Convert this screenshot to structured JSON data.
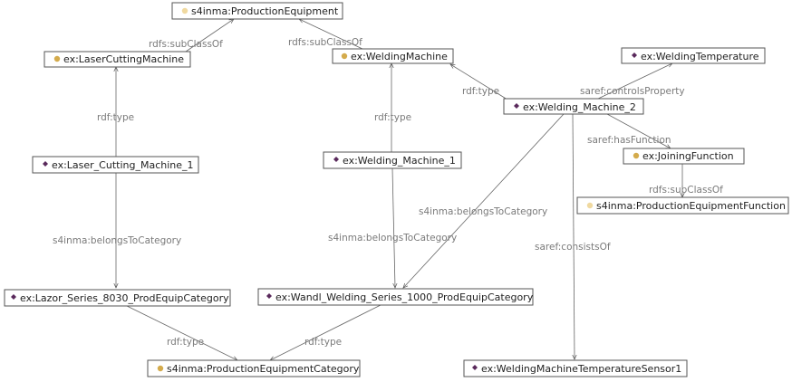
{
  "colors": {
    "class_icon": "#d4ab4c",
    "class_icon_light": "#f0d9a0",
    "individual_icon": "#5a2a5c",
    "edge": "#666666",
    "edge_label": "#7a7a7a"
  },
  "nodes": {
    "prod_equipment": {
      "label": "s4inma:ProductionEquipment",
      "icon": "class-light-icon"
    },
    "laser_cutting_machine": {
      "label": "ex:LaserCuttingMachine",
      "icon": "class-icon"
    },
    "welding_machine": {
      "label": "ex:WeldingMachine",
      "icon": "class-icon"
    },
    "welding_temperature": {
      "label": "ex:WeldingTemperature",
      "icon": "individual-icon"
    },
    "welding_machine_2": {
      "label": "ex:Welding_Machine_2",
      "icon": "individual-icon"
    },
    "joining_function": {
      "label": "ex:JoiningFunction",
      "icon": "class-icon"
    },
    "prod_equipment_function": {
      "label": "s4inma:ProductionEquipmentFunction",
      "icon": "class-light-icon"
    },
    "laser_cutting_machine_1": {
      "label": "ex:Laser_Cutting_Machine_1",
      "icon": "individual-icon"
    },
    "welding_machine_1": {
      "label": "ex:Welding_Machine_1",
      "icon": "individual-icon"
    },
    "lazor_category": {
      "label": "ex:Lazor_Series_8030_ProdEquipCategory",
      "icon": "individual-icon"
    },
    "wandl_category": {
      "label": "ex:Wandl_Welding_Series_1000_ProdEquipCategory",
      "icon": "individual-icon"
    },
    "prod_equipment_category": {
      "label": "s4inma:ProductionEquipmentCategory",
      "icon": "class-icon"
    },
    "temperature_sensor": {
      "label": "ex:WeldingMachineTemperatureSensor1",
      "icon": "individual-icon"
    }
  },
  "edges": {
    "lcm_subclass": "rdfs:subClassOf",
    "wm_subclass": "rdfs:subClassOf",
    "wm2_type": "rdf:type",
    "wm2_controls": "saref:controlsProperty",
    "wm2_function": "saref:hasFunction",
    "jf_subclass": "rdfs:subClassOf",
    "lcm1_type": "rdf:type",
    "wm1_type": "rdf:type",
    "wm2_category": "s4inma:belongsToCategory",
    "wm1_category": "s4inma:belongsToCategory",
    "lcm1_category": "s4inma:belongsToCategory",
    "wm2_consists": "saref:consistsOf",
    "lazor_type": "rdf:type",
    "wandl_type": "rdf:type"
  }
}
